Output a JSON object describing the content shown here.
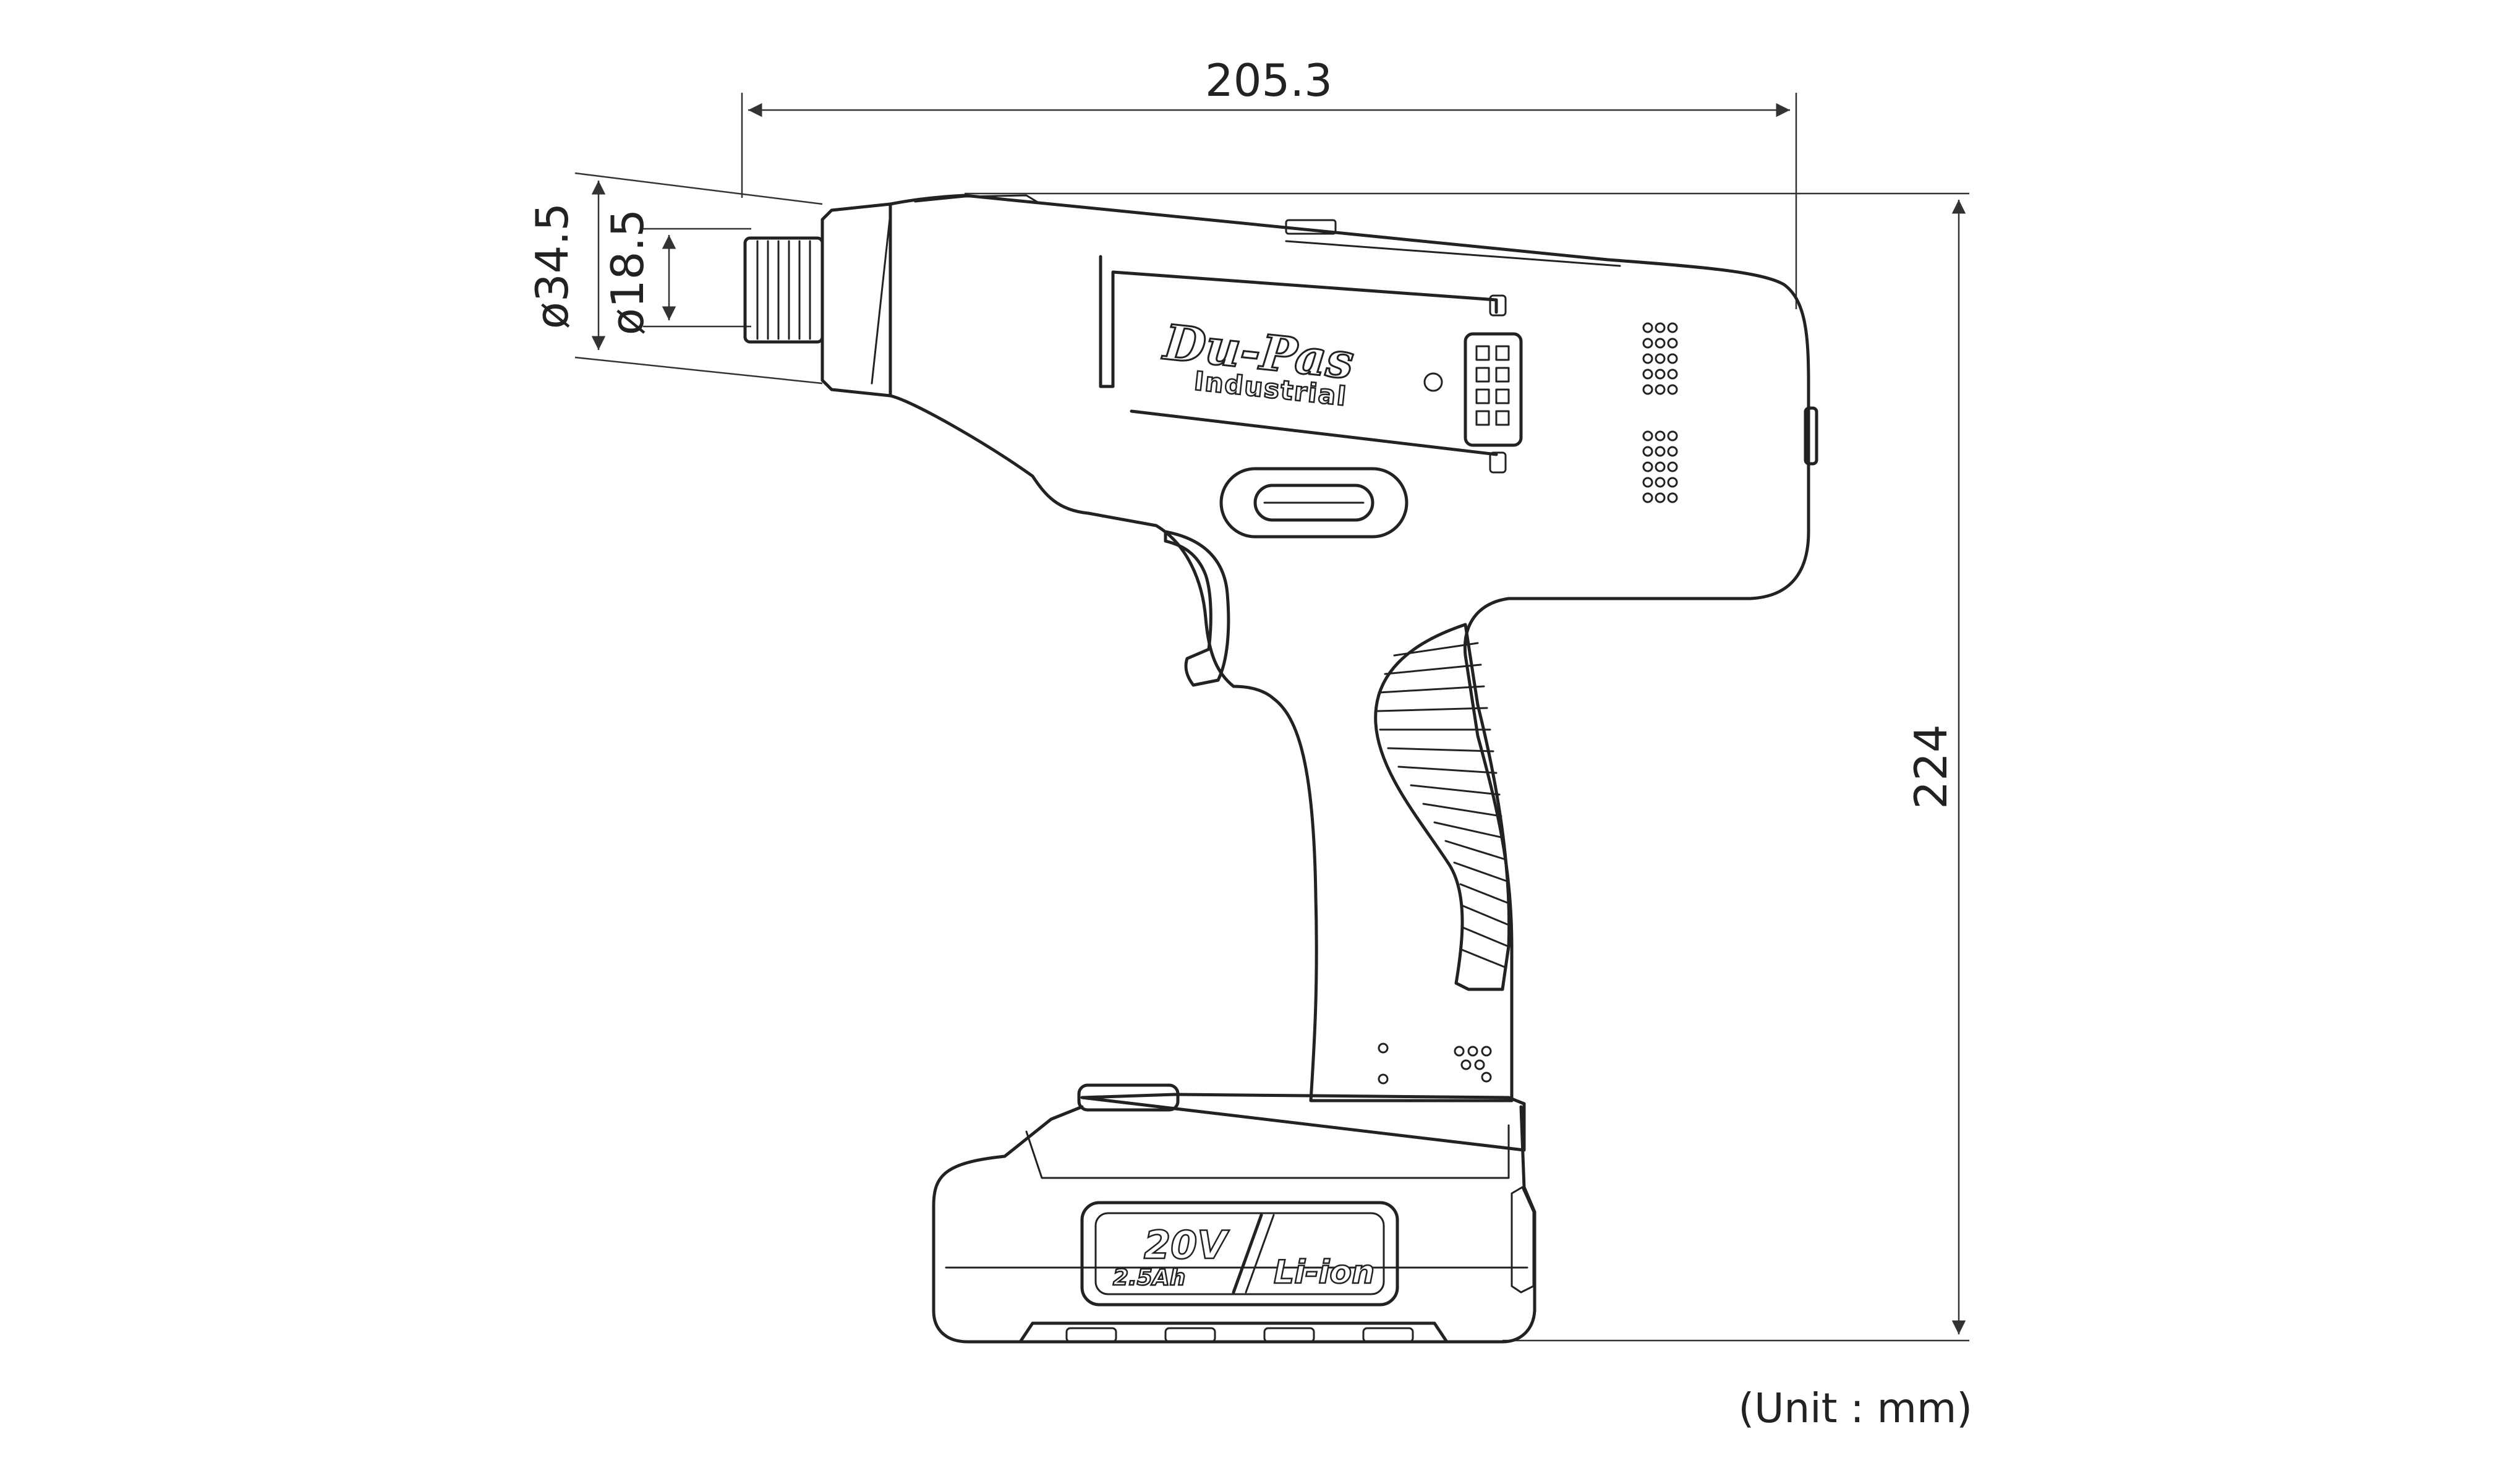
{
  "dimensions": {
    "overall_length": "205.3",
    "overall_height": "224",
    "outer_diameter": "ø34.5",
    "inner_diameter": "ø18.5"
  },
  "logo": {
    "brand": "Du-Pas",
    "subtitle": "Industrial"
  },
  "battery": {
    "voltage": "20V",
    "capacity": "2.5Ah",
    "chemistry": "Li-ion"
  },
  "unit_note": "(Unit : mm)",
  "colors": {
    "line": "#222222",
    "background": "#ffffff"
  }
}
